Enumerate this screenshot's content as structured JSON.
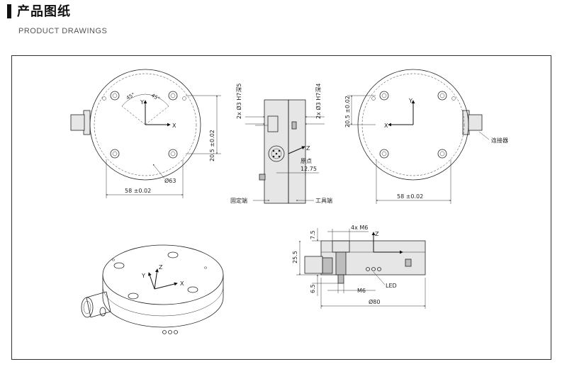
{
  "header": {
    "title": "产品图纸",
    "subtitle": "PRODUCT DRAWINGS"
  },
  "drawing": {
    "front_left": {
      "angle_left": "45°",
      "angle_right": "45°",
      "axis_y": "Y",
      "axis_x": "X",
      "dim_height": "20.5 ±0.02",
      "dim_width": "58 ±0.02",
      "dim_diameter": "Ø63"
    },
    "side_middle": {
      "dim_hole_left": "2x Ø3 H7深5",
      "dim_hole_right": "2x Ø3 H7深4",
      "axis_z": "Z",
      "origin": "原点",
      "dim_offset": "12.75",
      "label_fixed": "固定端",
      "label_tool": "工具端"
    },
    "front_right": {
      "axis_y": "Y",
      "axis_x": "X",
      "dim_height": "20.5 ±0.02",
      "dim_width": "58 ±0.02",
      "label_connector": "连接器"
    },
    "section_view": {
      "dim_thread_top": "4x M6",
      "axis_z": "Z",
      "dim_7_5": "7.5",
      "dim_25_5": "25.5",
      "dim_6_5": "6.5",
      "dim_thread_bottom": "M6",
      "label_led": "LED",
      "dim_diameter": "Ø80"
    },
    "iso_view": {
      "axis_y": "Y",
      "axis_z": "Z",
      "axis_x": "X"
    }
  }
}
